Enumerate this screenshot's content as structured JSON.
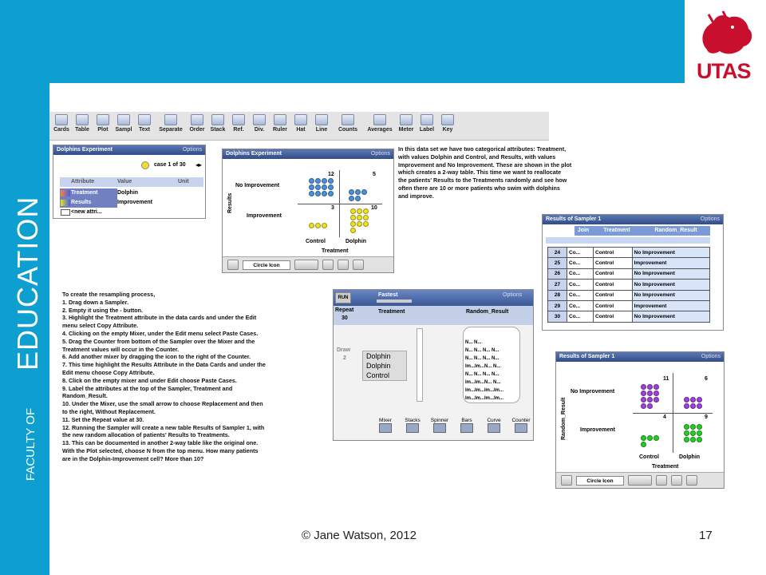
{
  "slide": {
    "side_text_faculty": "FACULTY OF",
    "side_text_education": "EDUCATION",
    "logo_text": "UTAS",
    "footer_copyright": "© Jane Watson, 2012",
    "page_number": "17"
  },
  "toolbar": {
    "buttons": [
      "Cards",
      "Table",
      "Plot",
      "Sampl",
      "Text",
      "Separate",
      "Order",
      "Stack",
      "Ref.",
      "Div.",
      "Ruler",
      "Hat",
      "Line",
      "Counts",
      "Averages",
      "Meter",
      "Label",
      "Key"
    ]
  },
  "cards_window": {
    "title": "Dolphins Experiment",
    "options": "Options",
    "case": "case 1 of 30",
    "headers": [
      "Attribute",
      "Value",
      "Unit"
    ],
    "rows": [
      {
        "attr": "Treatment",
        "value": "Dolphin"
      },
      {
        "attr": "Results",
        "value": "Improvement"
      },
      {
        "attr": "<new attri...",
        "value": ""
      }
    ]
  },
  "plot1": {
    "title": "Dolphins Experiment",
    "options": "Options",
    "row_labels": [
      "No Improvement",
      "Improvement"
    ],
    "col_labels": [
      "Control",
      "Dolphin"
    ],
    "y_axis": "Results",
    "x_axis": "Treatment",
    "counts": [
      "12",
      "5",
      "3",
      "10"
    ],
    "icon_select": "Circle Icon",
    "colors": {
      "blue": "#4a8fe0",
      "yellow": "#f0e020"
    }
  },
  "description": [
    "In this data set we have two categorical attributes: Treatment,",
    "with values Dolphin and Control, and Results, with values",
    "Improvement and No Improvement. These are shown in the plot",
    "which creates a 2-way table. This time we want to reallocate",
    "the patients' Results to the Treatments randomly and see how",
    "often there are 10 or more patients who swim with dolphins",
    "and improve."
  ],
  "results_table": {
    "title": "Results of Sampler 1",
    "options": "Options",
    "headers": [
      "Join",
      "Treatment",
      "Random_Result"
    ],
    "rows": [
      [
        "24",
        "Co...",
        "Control",
        "No Improvement"
      ],
      [
        "25",
        "Co...",
        "Control",
        "Improvement"
      ],
      [
        "26",
        "Co...",
        "Control",
        "No Improvement"
      ],
      [
        "27",
        "Co...",
        "Control",
        "No Improvement"
      ],
      [
        "28",
        "Co...",
        "Control",
        "No Improvement"
      ],
      [
        "29",
        "Co...",
        "Control",
        "Improvement"
      ],
      [
        "30",
        "Co...",
        "Control",
        "No Improvement"
      ]
    ]
  },
  "instructions": [
    "To create the resampling process,",
    "1. Drag down a Sampler.",
    "2. Empty it using the - button.",
    "3. Highlight the Treatment attribute in the data cards and under the Edit",
    "menu select Copy Attribute.",
    "4. Clicking on the empty Mixer, under the Edit menu select Paste Cases.",
    "5. Drag the Counter from bottom of the Sampler over the Mixer and the",
    "Treatment values will occur in the Counter.",
    "6. Add another mixer by dragging the icon to the right of the Counter.",
    "7. This time highlight the Results Attribute in the Data Cards and under the",
    "Edit menu choose Copy Attribute.",
    "8. Click on the empty mixer and under Edit choose Paste Cases.",
    "9. Label the attributes at the top of the Sampler, Treatment and",
    "Random_Result.",
    "10. Under the Mixer, use the small arrow to choose Replacement and then",
    "to the right, Without Replacement.",
    "11. Set the Repeat value at 30.",
    "12. Running the Sampler will create a new table Results of Sampler 1, with",
    "the new random allocation of patients' Results to Treatments.",
    "13. This can be documented in another 2-way table like the original one.",
    "With the Plot selected, choose N from the top menu. How many patients",
    "are in the Dolphin-Improvement cell?  More than 10?"
  ],
  "sampler": {
    "run": "RUN",
    "speed": "Fastest",
    "options": "Options",
    "repeat_label": "Repeat",
    "repeat_value": "30",
    "draw_label": "Draw",
    "draw_value": "2",
    "col1": "Treatment",
    "col2": "Random_Result",
    "list_items": [
      "Dolphin",
      "Dolphin",
      "Control"
    ],
    "mixer_rows": [
      "N... N...",
      "N... N... N... N...",
      "N... N... N... N...",
      "Im...Im...N... N...",
      "N... N... N... N...",
      "Im...Im...N... N...",
      "Im...Im...Im...Im...",
      "Im...Im...Im...Im..."
    ],
    "tools": [
      "Mixer",
      "Stacks",
      "Spinner",
      "Bars",
      "Curve",
      "Counter"
    ]
  },
  "plot2": {
    "title": "Results of Sampler 1",
    "options": "Options",
    "row_labels": [
      "No Improvement",
      "Improvement"
    ],
    "col_labels": [
      "Control",
      "Dolphin"
    ],
    "y_axis": "Random_Result",
    "x_axis": "Treatment",
    "counts": [
      "11",
      "6",
      "4",
      "9"
    ],
    "icon_select": "Circle Icon",
    "colors": {
      "purple": "#a040e0",
      "green": "#20d020"
    }
  }
}
